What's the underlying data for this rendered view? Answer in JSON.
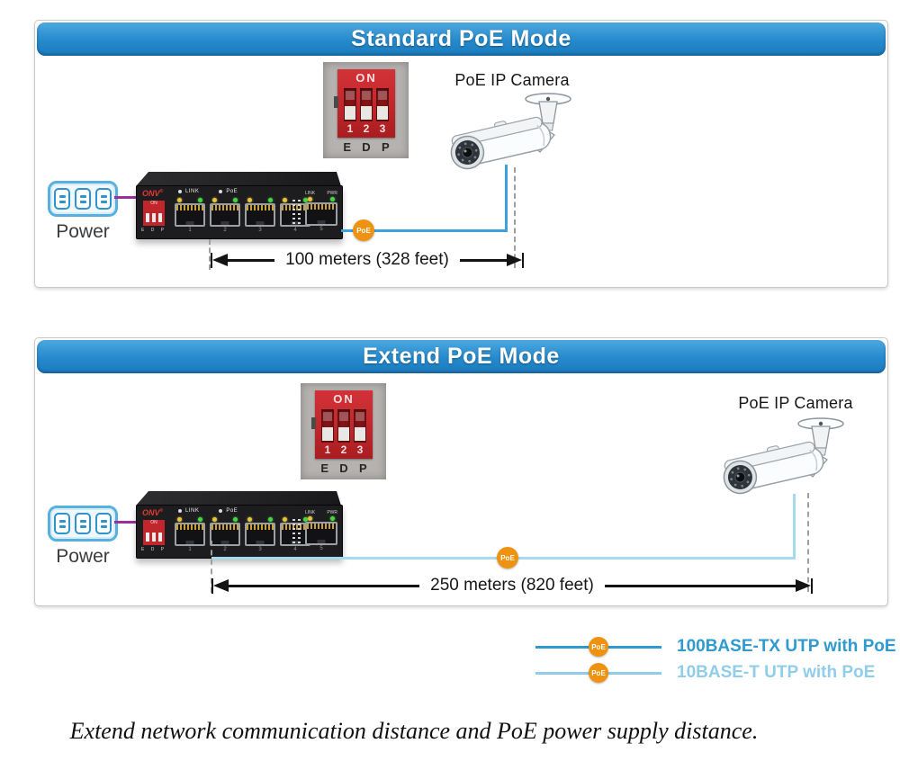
{
  "page": {
    "caption": "Extend network communication distance and PoE power supply distance."
  },
  "panels": [
    {
      "title": "Standard PoE Mode",
      "camera_label": "PoE IP Camera",
      "power_label": "Power",
      "distance_label": "100 meters (328 feet)",
      "cable_type": "100BASE-TX UTP with PoE"
    },
    {
      "title": "Extend PoE Mode",
      "camera_label": "PoE IP Camera",
      "power_label": "Power",
      "distance_label": "250 meters (820 feet)",
      "cable_type": "10BASE-T UTP with PoE"
    }
  ],
  "dip_switch": {
    "on_label": "ON",
    "numbers": [
      "1",
      "2",
      "3"
    ],
    "pin_labels": [
      "E",
      "D",
      "P"
    ]
  },
  "switch_device": {
    "brand": "ONV",
    "reg": "®",
    "dip_on": "ON",
    "dip_pins": "E D P",
    "link_label": "LINK",
    "poe_label": "PoE",
    "pwr_label": "PWR",
    "port_numbers": [
      "1",
      "2",
      "3",
      "4",
      "5"
    ]
  },
  "poe_badge_label": "PoE",
  "legend": {
    "items": [
      {
        "label": "100BASE-TX UTP with PoE",
        "color": "#2e9ad0"
      },
      {
        "label": "10BASE-T UTP with PoE",
        "color": "#8fcde9"
      }
    ]
  },
  "colors": {
    "header_blue": "#2589cb",
    "cable_100base": "#3ba2da",
    "cable_10base": "#a7d9ef",
    "poe_orange": "#ef9210",
    "power_line_purple": "#9c2f9f"
  }
}
